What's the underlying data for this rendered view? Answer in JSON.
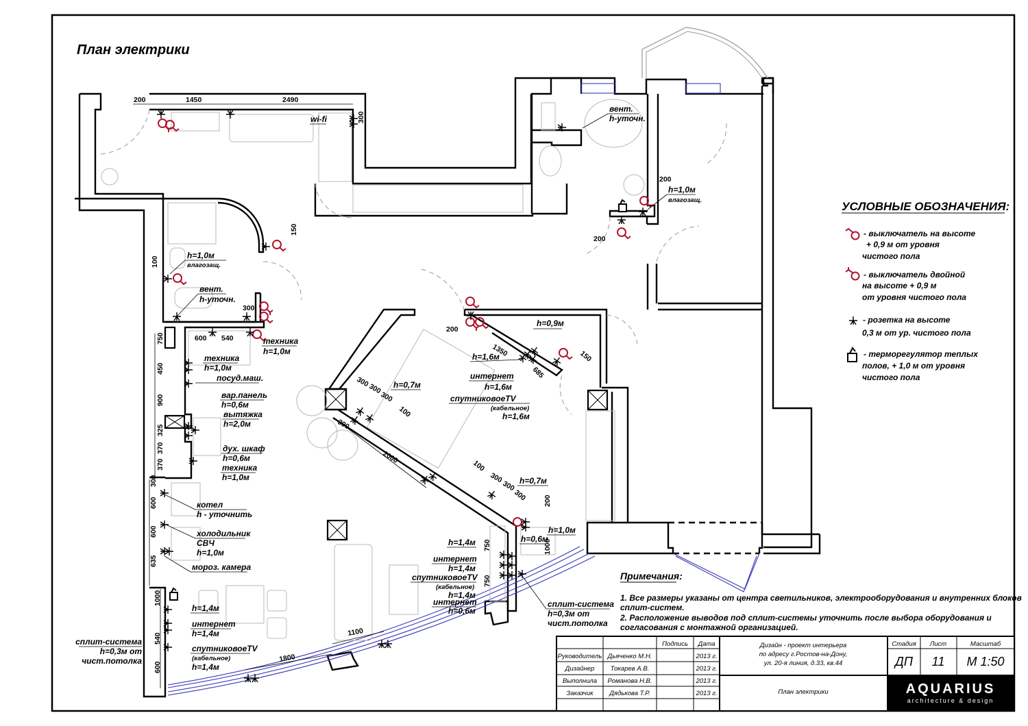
{
  "title": "План электрики",
  "legend": {
    "heading": "УСЛОВНЫЕ ОБОЗНАЧЕНИЯ:",
    "items": [
      {
        "icon": "switch-icon",
        "lines": [
          "- выключатель на высоте",
          "+ 0,9 м от уровня",
          "чистого пола"
        ]
      },
      {
        "icon": "double-switch-icon",
        "lines": [
          "- выключатель двойной",
          "на высоте + 0,9 м",
          "от уровня чистого пола"
        ]
      },
      {
        "icon": "socket-icon",
        "lines": [
          "- розетка  на высоте",
          "0,3 м от ур. чистого пола"
        ]
      },
      {
        "icon": "thermostat-icon",
        "lines": [
          "- терморегулятор теплых",
          "полов, + 1,0 м от уровня",
          "чистого пола"
        ]
      }
    ]
  },
  "notes": {
    "heading": "Примечания:",
    "lines": [
      "1. Все размеры указаны от центра светильников, электрооборудования и внутренних блоков",
      "сплит-систем.",
      "2. Расположение выводов под сплит-системы уточнить  после выбора оборудования и",
      "согласования с монтажной организацией."
    ]
  },
  "dimensions": {
    "top": [
      "200",
      "1450",
      "2490",
      "300"
    ],
    "bath_left": [
      "150",
      "100",
      "300"
    ],
    "kitchen_h": [
      "600",
      "540"
    ],
    "kitchen_v": [
      "750",
      "450",
      "900",
      "325",
      "370",
      "370",
      "300",
      "600",
      "600",
      "635",
      "1000",
      "540",
      "600"
    ],
    "center": [
      "200",
      "1350",
      "685",
      "150",
      "300",
      "300",
      "300",
      "100",
      "300",
      "2000",
      "100",
      "300",
      "300",
      "300",
      "200",
      "1000",
      "750",
      "750",
      "1800",
      "1100"
    ],
    "bathroom2": [
      "200",
      "200"
    ]
  },
  "labels": {
    "wifi": "wi-fi",
    "bath1_h": "h=1,0м",
    "bath1_h_note": "влагозащ.",
    "bath1_vent": "вент.",
    "bath1_vent_h": "h-уточн.",
    "tech1": "техника",
    "tech1_h": "h=1,0м",
    "tech2": "техника",
    "tech2_h": "h=1,0м",
    "dishwasher": "посуд.маш.",
    "hob": "вар.панель",
    "hob_h": "h=0,6м",
    "hood": "вытяжка",
    "hood_h": "h=2,0м",
    "oven": "дух. шкаф",
    "oven_h": "h=0,6м",
    "tech3": "техника",
    "tech3_h": "h=1,0м",
    "boiler": "котел",
    "boiler_h": "h - уточнить",
    "fridge": "холодильник",
    "microwave": "СВЧ",
    "fridge_h": "h=1,0м",
    "freezer": "мороз. камера",
    "din_h1": "h=1,4м",
    "din_inet": "интернет",
    "din_inet_h": "h=1,4м",
    "din_tv": "спутниковоеTV",
    "din_tv_note": "(кабельное)",
    "din_tv_h": "h=1,4м",
    "split_left": "сплит-система",
    "split_left_h": "h=0,3м от",
    "split_left_note": "чист.потолка",
    "c_h07a": "h=0,7м",
    "c_h09": "h=0,9м",
    "c_h16": "h=1,6м",
    "c_inet": "интернет",
    "c_inet_h": "h=1,6м",
    "c_tv": "спутниковоеTV",
    "c_tv_note": "(кабельное)",
    "c_tv_h": "h=1,6м",
    "c_h07b": "h=0,7м",
    "c_h10": "h=1,0м",
    "c_h06": "h=0,6м",
    "l_h14": "h=1,4м",
    "l_inet": "интернет",
    "l_inet_h": "h=1,4м",
    "l_tv": "спутниковоеTV",
    "l_tv_note": "(кабельное)",
    "l_tv_h": "h=1,4м",
    "l_inet2": "интернет",
    "l_inet2_h": "h=0,6м",
    "split_right": "сплит-система",
    "split_right_h": "h=0,3м от",
    "split_right_note": "чист.потолка",
    "bath2_vent": "вент.",
    "bath2_vent_h": "h-уточн.",
    "bath2_h": "h=1,0м",
    "bath2_h_note": "влагозащ."
  },
  "titleblock": {
    "col_headers": [
      "Подпись",
      "Дата"
    ],
    "rows": [
      {
        "role": "Руководитель",
        "name": "Дьяченко М.Н.",
        "date": "2013 г."
      },
      {
        "role": "Дизайнер",
        "name": "Токарев А.В.",
        "date": "2013 г."
      },
      {
        "role": "Выполнила",
        "name": "Романова Н.В.",
        "date": "2013 г."
      },
      {
        "role": "Заказчик",
        "name": "Дядькова Т.Р.",
        "date": "2013 г."
      }
    ],
    "project_lines": [
      "Дизайн - проект интерьера",
      "по адресу г.Ростов-на-Дону,",
      "ул. 20-я линия, д.33, кв.44"
    ],
    "sheet_name": "План  электрики",
    "stage_label": "Стадия",
    "stage": "ДП",
    "sheet_label": "Лист",
    "sheet": "11",
    "scale_label": "Масштаб",
    "scale": "М 1:50",
    "logo_main": "AQUARIUS",
    "logo_sub": "architecture & design"
  },
  "colors": {
    "switch": "#b0142e",
    "window": "#3a37b8",
    "furniture": "#b8b8b8"
  }
}
